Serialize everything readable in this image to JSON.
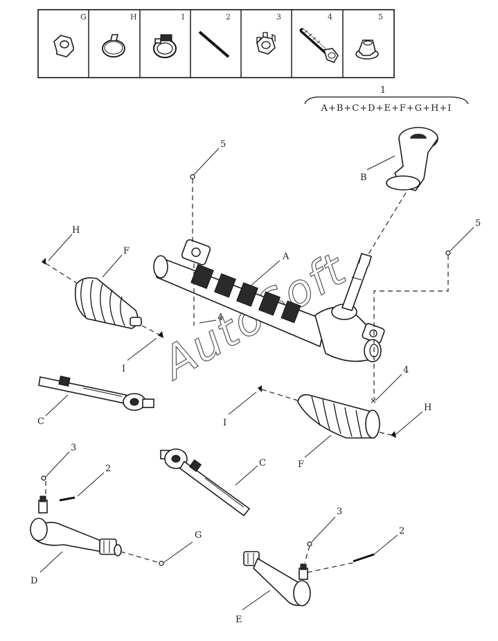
{
  "legend": {
    "cells": [
      {
        "label": "G",
        "icon": "nut-icon"
      },
      {
        "label": "H",
        "icon": "clamp-ring-icon"
      },
      {
        "label": "I",
        "icon": "hose-clamp-icon"
      },
      {
        "label": "2",
        "icon": "cotter-pin-icon"
      },
      {
        "label": "3",
        "icon": "castle-nut-icon"
      },
      {
        "label": "4",
        "icon": "flange-bolt-icon"
      },
      {
        "label": "5",
        "icon": "flange-nut-icon"
      }
    ]
  },
  "assembly": {
    "number": "1",
    "formula": "A+B+C+D+E+F+G+H+I"
  },
  "callouts": {
    "A": "A",
    "B": "B",
    "C1": "C",
    "C2": "C",
    "D": "D",
    "E": "E",
    "F1": "F",
    "F2": "F",
    "G": "G",
    "H1": "H",
    "H2": "H",
    "I1": "I",
    "I2": "I",
    "n2a": "2",
    "n2b": "2",
    "n3a": "3",
    "n3b": "3",
    "n4a": "4",
    "n4b": "4",
    "n5a": "5",
    "n5b": "5"
  },
  "watermark": "AutoSoft"
}
